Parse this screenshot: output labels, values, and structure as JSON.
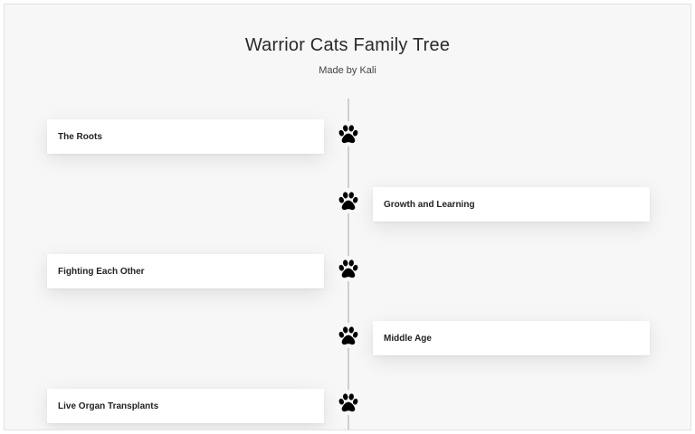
{
  "header": {
    "title": "Warrior Cats Family Tree",
    "subtitle": "Made by Kali"
  },
  "icons": {
    "marker": "paw-icon"
  },
  "colors": {
    "background": "#f7f7f7",
    "card": "#ffffff",
    "line": "#cfcfcf",
    "icon": "#000000"
  },
  "timeline": {
    "items": [
      {
        "label": "The Roots",
        "side": "left"
      },
      {
        "label": "Growth and Learning",
        "side": "right"
      },
      {
        "label": "Fighting Each Other",
        "side": "left"
      },
      {
        "label": "Middle Age",
        "side": "right"
      },
      {
        "label": "Live Organ Transplants",
        "side": "left"
      }
    ]
  }
}
